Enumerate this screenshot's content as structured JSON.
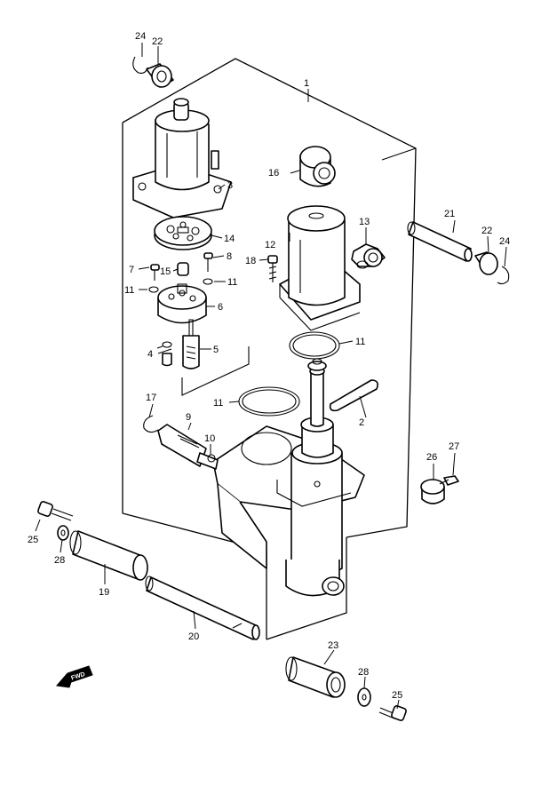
{
  "callouts": {
    "c1": "1",
    "c2": "2",
    "c3": "3",
    "c4": "4",
    "c5": "5",
    "c6": "6",
    "c7": "7",
    "c8": "8",
    "c9": "9",
    "c10": "10",
    "c11a": "11",
    "c11b": "11",
    "c11c": "11",
    "c11d": "11",
    "c12": "12",
    "c13": "13",
    "c14": "14",
    "c15": "15",
    "c16": "16",
    "c17": "17",
    "c18": "18",
    "c19": "19",
    "c20": "20",
    "c21": "21",
    "c22a": "22",
    "c22b": "22",
    "c23": "23",
    "c24a": "24",
    "c24b": "24",
    "c25a": "25",
    "c25b": "25",
    "c26": "26",
    "c27": "27",
    "c28a": "28",
    "c28b": "28"
  },
  "direction_marker": {
    "label": "FWD"
  }
}
